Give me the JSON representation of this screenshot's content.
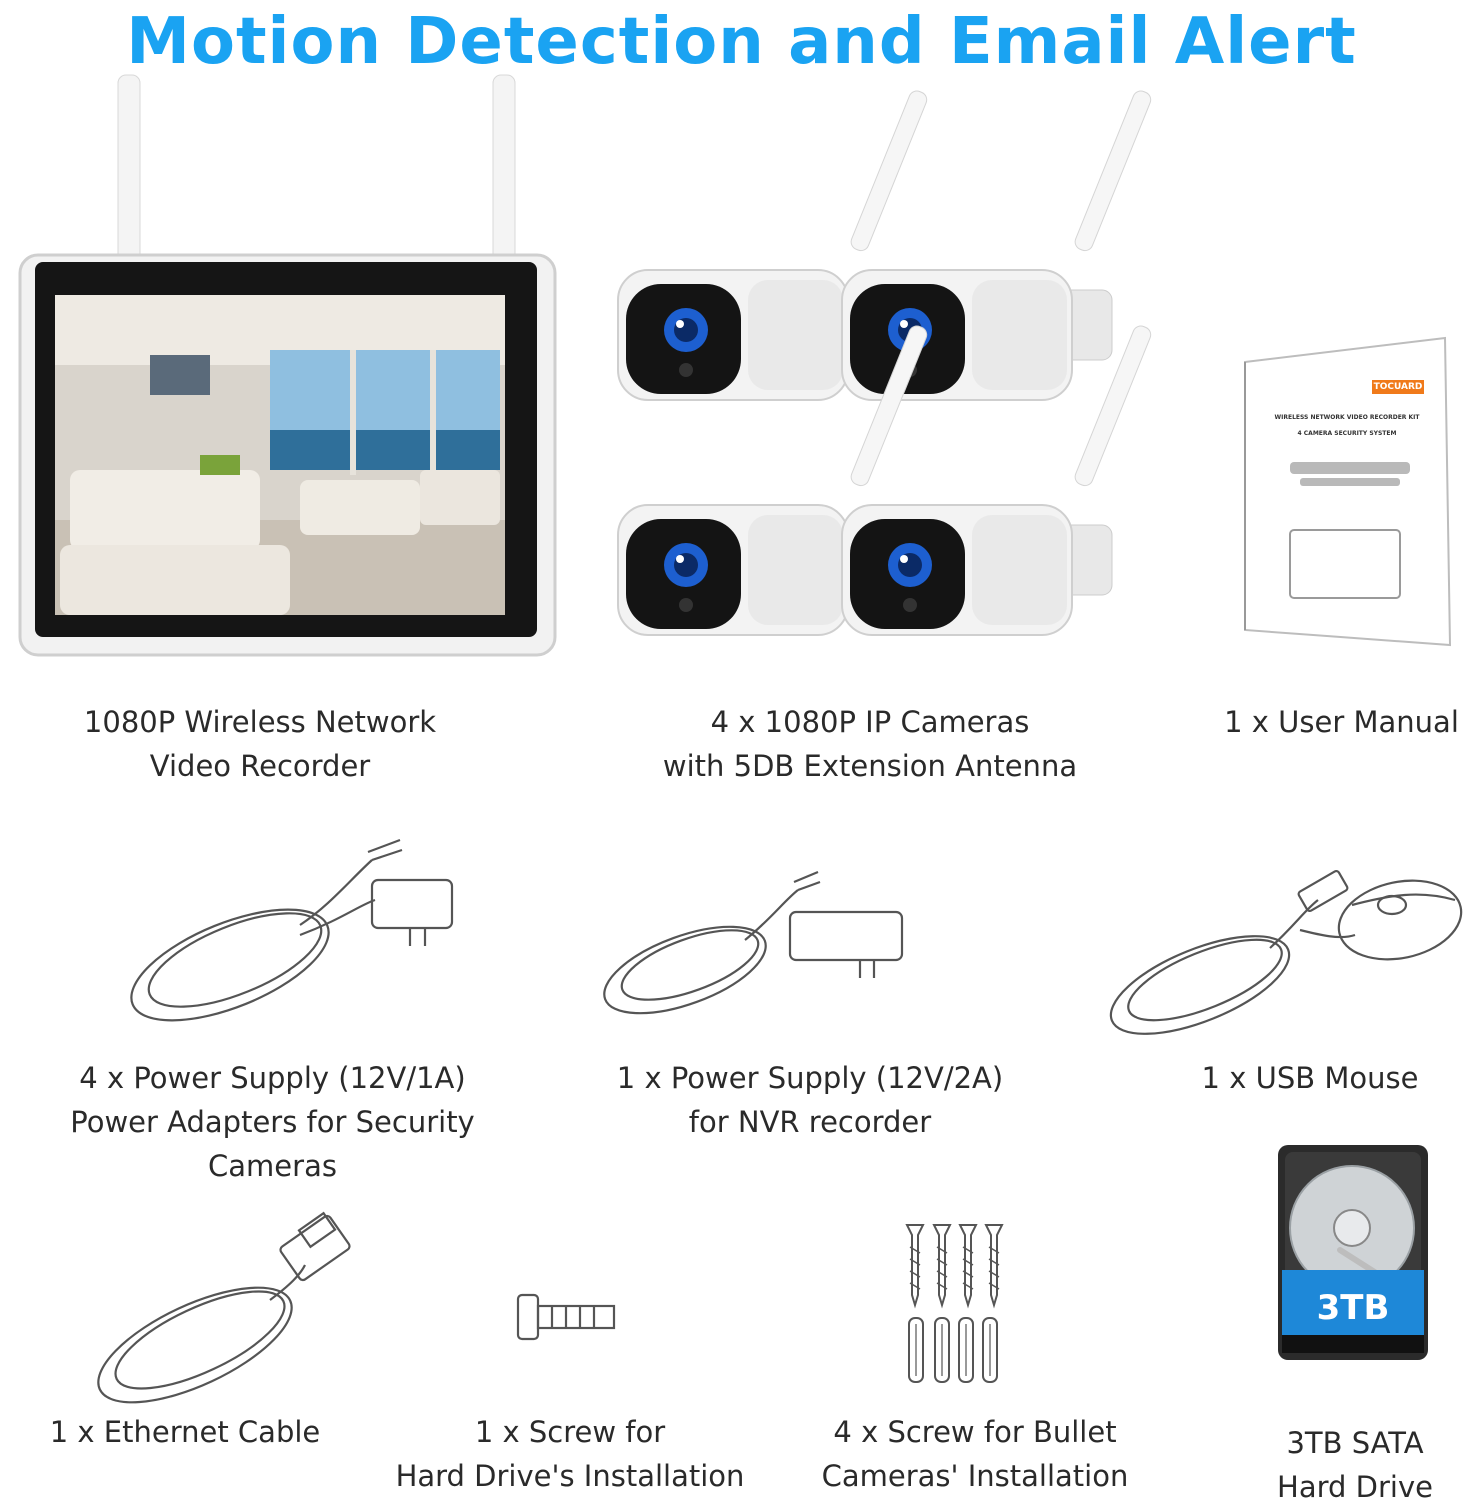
{
  "title": "Motion Detection and Email Alert",
  "colors": {
    "accent": "#1aa3f2",
    "text": "#2a2a2a",
    "hdd_label": "#1e88d8"
  },
  "items": [
    {
      "name": "nvr",
      "icon": "nvr-monitor-icon",
      "lines": [
        "1080P Wireless Network",
        "Video Recorder"
      ]
    },
    {
      "name": "cameras",
      "icon": "bullet-camera-icon",
      "lines": [
        "4 x 1080P IP Cameras",
        "with 5DB Extension Antenna"
      ]
    },
    {
      "name": "manual",
      "icon": "user-manual-icon",
      "lines": [
        "1 x User Manual"
      ]
    },
    {
      "name": "power-supply-cameras",
      "icon": "power-adapter-icon",
      "lines": [
        "4 x Power Supply (12V/1A)",
        "Power Adapters for Security",
        "Cameras"
      ]
    },
    {
      "name": "power-supply-nvr",
      "icon": "power-adapter-icon",
      "lines": [
        "1 x Power Supply (12V/2A)",
        "for NVR recorder"
      ]
    },
    {
      "name": "mouse",
      "icon": "usb-mouse-icon",
      "lines": [
        "1 x USB Mouse"
      ]
    },
    {
      "name": "ethernet",
      "icon": "ethernet-cable-icon",
      "lines": [
        "1 x Ethernet Cable"
      ]
    },
    {
      "name": "hdd-screw",
      "icon": "screw-icon",
      "lines": [
        "1 x Screw for",
        "Hard Drive's Installation"
      ]
    },
    {
      "name": "camera-screws",
      "icon": "screws-anchors-icon",
      "lines": [
        "4 x Screw for Bullet",
        "Cameras' Installation"
      ]
    },
    {
      "name": "hard-drive",
      "icon": "hard-drive-icon",
      "lines": [
        "3TB SATA",
        "Hard Drive"
      ]
    }
  ],
  "manual": {
    "brand": "TOCUARD",
    "heading": "WIRELESS NETWORK VIDEO RECORDER KIT",
    "subheading": "4 CAMERA SECURITY SYSTEM"
  },
  "hdd": {
    "label": "3TB"
  }
}
